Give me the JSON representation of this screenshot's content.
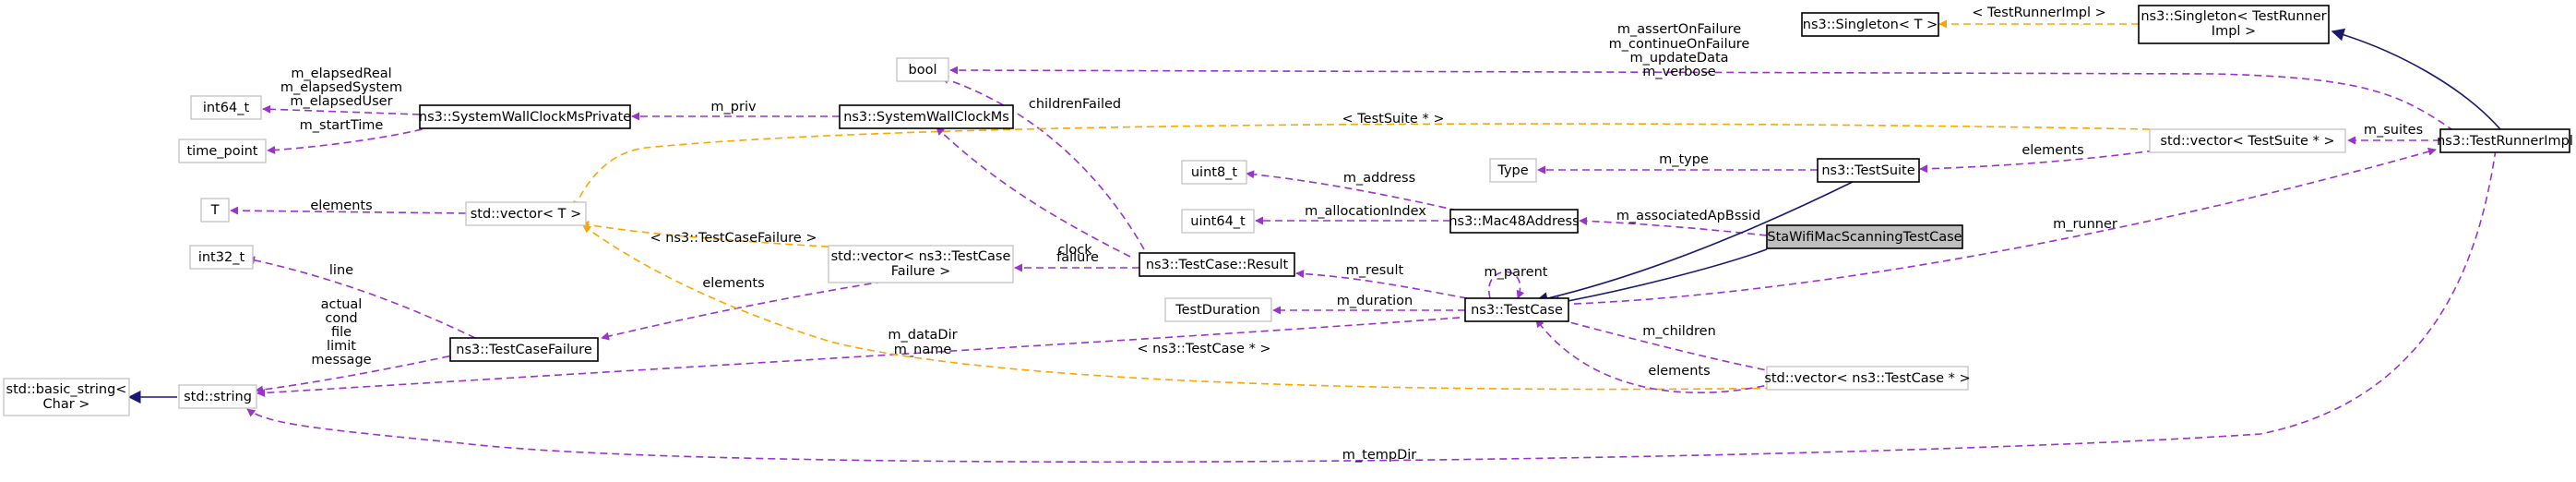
{
  "nodes": {
    "singleton_t": "ns3::Singleton< T >",
    "singleton_tri_1": "ns3::Singleton< TestRunner",
    "singleton_tri_2": "Impl >",
    "test_runner_impl": "ns3::TestRunnerImpl",
    "vector_testsuite": "std::vector< TestSuite * >",
    "bool": "bool",
    "int64_t": "int64_t",
    "time_point": "time_point",
    "sys_wall_private": "ns3::SystemWallClockMsPrivate",
    "sys_wall": "ns3::SystemWallClockMs",
    "type": "Type",
    "test_suite": "ns3::TestSuite",
    "t": "T",
    "vector_t": "std::vector< T >",
    "uint8_t": "uint8_t",
    "uint64_t": "uint64_t",
    "mac48": "ns3::Mac48Address",
    "sta_wifi": "StaWifiMacScanningTestCase",
    "int32_t": "int32_t",
    "vector_failure_1": "std::vector< ns3::TestCase",
    "vector_failure_2": "Failure >",
    "result": "ns3::TestCase::Result",
    "test_duration": "TestDuration",
    "test_case": "ns3::TestCase",
    "test_case_failure": "ns3::TestCaseFailure",
    "basic_string_1": "std::basic_string<",
    "basic_string_2": "Char >",
    "std_string": "std::string",
    "vector_testcase": "std::vector< ns3::TestCase * >"
  },
  "edges": {
    "tpl_testrunnerimpl": "< TestRunnerImpl >",
    "m_assertOnFailure": "m_assertOnFailure",
    "m_continueOnFailure": "m_continueOnFailure",
    "m_updateData": "m_updateData",
    "m_verbose": "m_verbose",
    "m_elapsedReal": "m_elapsedReal",
    "m_elapsedSystem": "m_elapsedSystem",
    "m_elapsedUser": "m_elapsedUser",
    "m_startTime": "m_startTime",
    "m_priv": "m_priv",
    "childrenFailed": "childrenFailed",
    "tpl_testsuite": "< TestSuite * >",
    "m_suites": "m_suites",
    "elements_suites": "elements",
    "m_type": "m_type",
    "m_address": "m_address",
    "elements_t": "elements",
    "clock": "clock",
    "m_allocationIndex": "m_allocationIndex",
    "m_associatedApBssid": "m_associatedApBssid",
    "tpl_testcasefailure": "< ns3::TestCaseFailure >",
    "line": "line",
    "failure": "failure",
    "m_runner": "m_runner",
    "m_result": "m_result",
    "m_parent": "m_parent",
    "elements_failure": "elements",
    "actual": "actual",
    "cond": "cond",
    "file": "file",
    "limit": "limit",
    "message": "message",
    "m_duration": "m_duration",
    "m_dataDir": "m_dataDir",
    "m_name": "m_name",
    "tpl_testcase": "< ns3::TestCase * >",
    "m_children": "m_children",
    "elements_children": "elements",
    "m_tempDir": "m_tempDir"
  }
}
